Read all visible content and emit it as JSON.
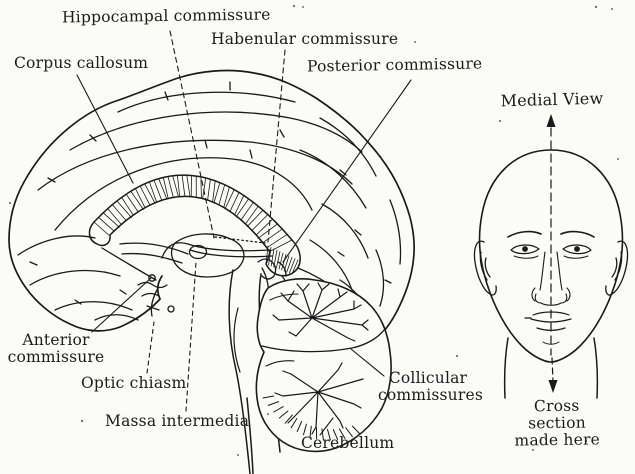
{
  "colors": {
    "ink": "#1a1a1a",
    "paper": "#fbfbf8"
  },
  "brain_labels": {
    "hippocampal_commissure": "Hippocampal commissure",
    "habenular_commissure": "Habenular commissure",
    "corpus_callosum": "Corpus callosum",
    "posterior_commissure": "Posterior commissure",
    "anterior_commissure_line1": "Anterior",
    "anterior_commissure_line2": "commissure",
    "optic_chiasm": "Optic chiasm",
    "massa_intermedia": "Massa intermedia",
    "collicular_commissures_line1": "Collicular",
    "collicular_commissures_line2": "commissures",
    "cerebellum": "Cerebellum"
  },
  "head_inset": {
    "heading": "Medial View",
    "caption_line1": "Cross section",
    "caption_line2": "made here"
  }
}
